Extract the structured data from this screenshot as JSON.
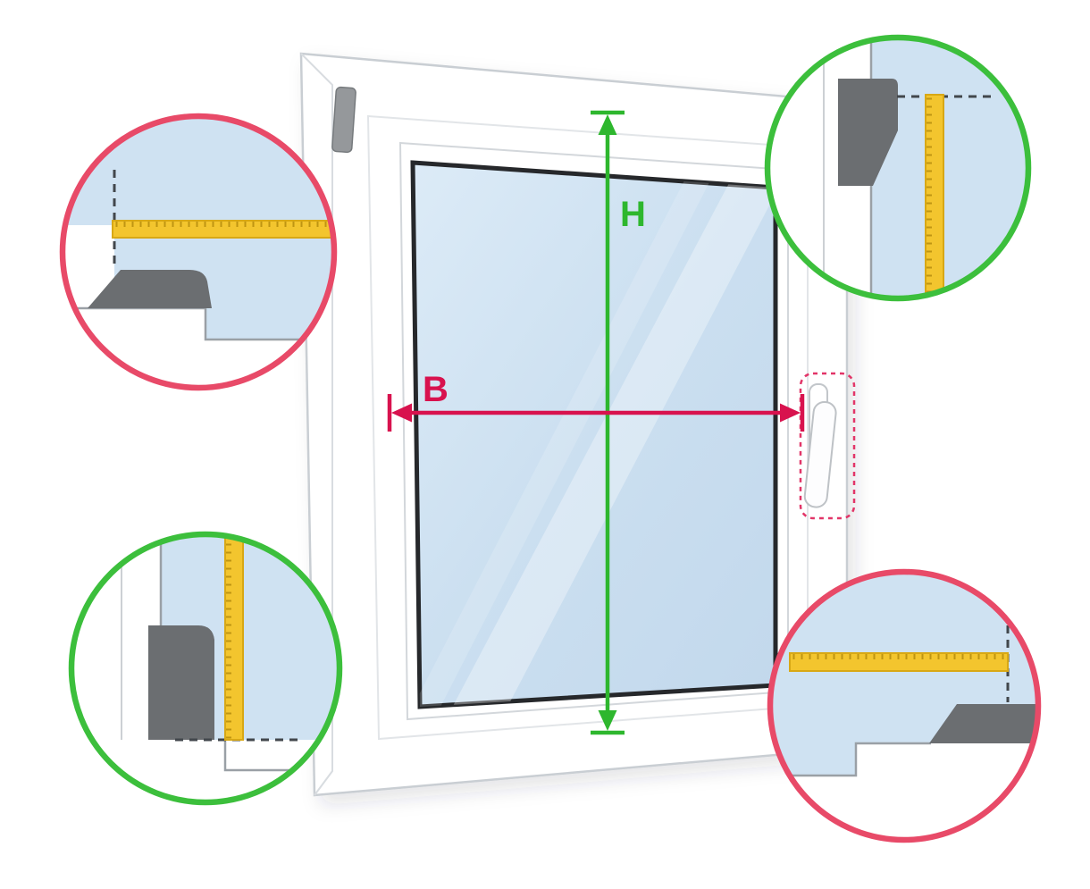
{
  "diagram": {
    "labels": {
      "height": "H",
      "width": "B"
    },
    "arrows": {
      "height": {
        "color": "#2eb72e",
        "orientation": "vertical"
      },
      "width": {
        "color": "#d8124e",
        "orientation": "horizontal"
      }
    },
    "callouts": [
      {
        "position": "top-left",
        "border_color": "#e84a68",
        "tape": "horizontal-tape-icon"
      },
      {
        "position": "top-right",
        "border_color": "#3cbf3c",
        "tape": "vertical-tape-icon"
      },
      {
        "position": "bottom-left",
        "border_color": "#3cbf3c",
        "tape": "vertical-tape-icon"
      },
      {
        "position": "bottom-right",
        "border_color": "#e84a68",
        "tape": "horizontal-tape-icon"
      }
    ],
    "colors": {
      "glass_blue": "#cfe2f2",
      "tape_yellow": "#f3c52e",
      "tape_tick": "#bf9512",
      "profile_gray": "#6b6e71",
      "dashed_line": "#42474c",
      "highlight_pink": "#e23568",
      "frame_white": "#ffffff"
    }
  }
}
